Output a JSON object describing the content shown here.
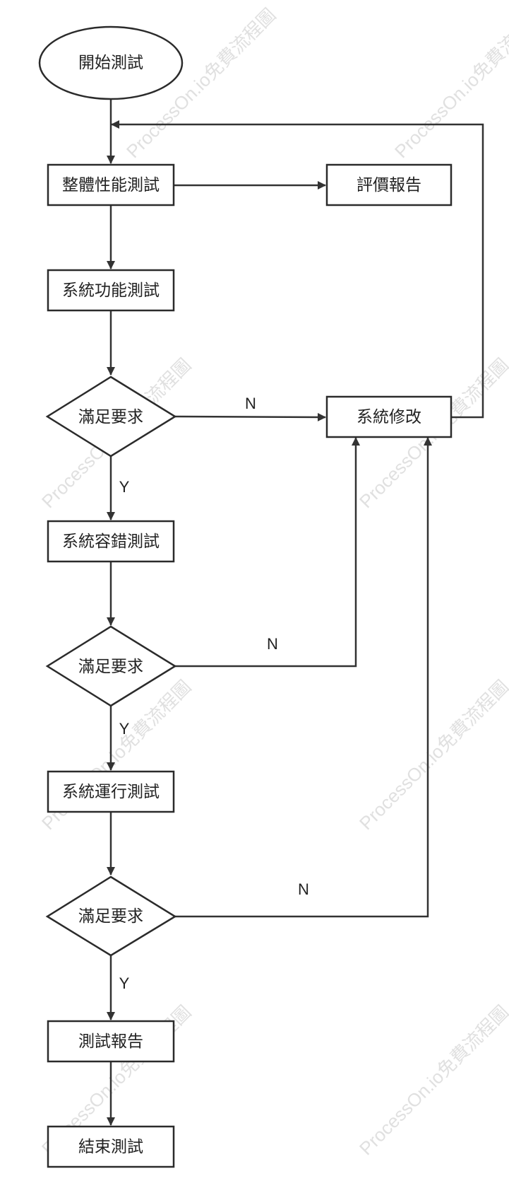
{
  "nodes": {
    "start": "開始測試",
    "overall_test": "整體性能測試",
    "eval_report": "評價報告",
    "function_test": "系統功能測試",
    "decision_1": "滿足要求",
    "system_fix": "系統修改",
    "fault_tolerance_test": "系統容錯測試",
    "decision_2": "滿足要求",
    "operation_test": "系統運行測試",
    "decision_3": "滿足要求",
    "test_report": "測試報告",
    "end": "結束測試"
  },
  "edge_labels": {
    "d1_no": "N",
    "d1_yes": "Y",
    "d2_no": "N",
    "d2_yes": "Y",
    "d3_no": "N",
    "d3_yes": "Y"
  },
  "watermark": "ProcessOn.io免費流程圖",
  "colors": {
    "stroke": "#2b2b2b",
    "fill": "#ffffff",
    "text": "#222222",
    "watermark": "#c8c8c8"
  }
}
